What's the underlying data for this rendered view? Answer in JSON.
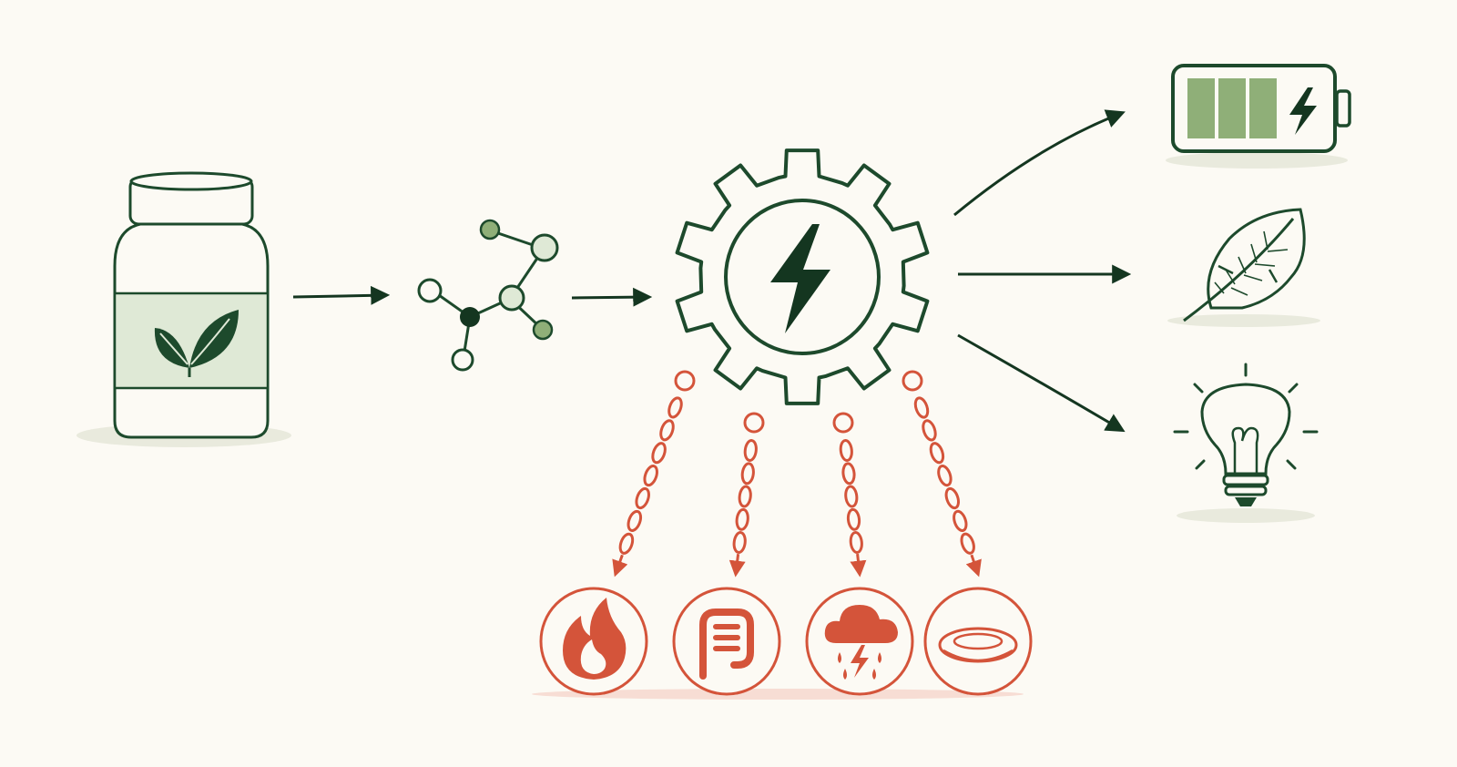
{
  "colors": {
    "background": "#fcfaf4",
    "ink": "#1d4a2c",
    "ink_dark": "#143620",
    "light_green": "#dfe9d6",
    "mid_green": "#8faf78",
    "warning_red": "#d4543a",
    "shadow_green": "#e9eadd",
    "shadow_red": "#f7ddd4"
  },
  "icons": {
    "source": "supplement-bottle-leaf-icon",
    "molecule": "molecule-icon",
    "process": "gear-lightning-icon",
    "outputs": [
      "battery-charging-icon",
      "feather-icon",
      "lightbulb-icon"
    ],
    "side_effects": [
      "flame-icon",
      "intestine-icon",
      "storm-cloud-icon",
      "empty-plate-icon"
    ]
  },
  "links": {
    "main_flow": [
      "bottle-to-molecule",
      "molecule-to-gear"
    ],
    "outputs": [
      "gear-to-battery",
      "gear-to-feather",
      "gear-to-lightbulb"
    ],
    "chained": [
      "gear-to-flame",
      "gear-to-intestine",
      "gear-to-storm",
      "gear-to-plate"
    ]
  }
}
